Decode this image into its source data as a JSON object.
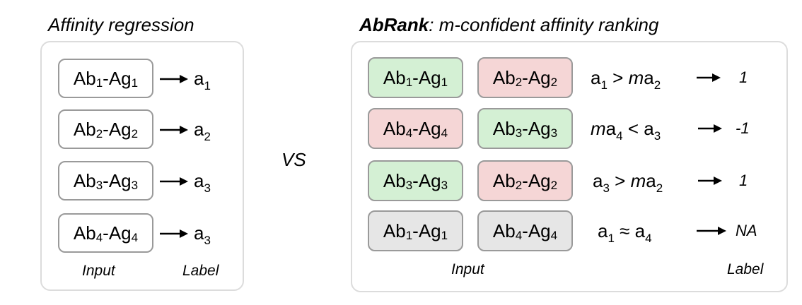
{
  "left": {
    "title": "Affinity regression",
    "rows": [
      {
        "ab": "Ab",
        "abn": "1",
        "ag": "Ag",
        "agn": "1",
        "label": "a",
        "labeln": "1"
      },
      {
        "ab": "Ab",
        "abn": "2",
        "ag": "Ag",
        "agn": "2",
        "label": "a",
        "labeln": "2"
      },
      {
        "ab": "Ab",
        "abn": "3",
        "ag": "Ag",
        "agn": "3",
        "label": "a",
        "labeln": "3"
      },
      {
        "ab": "Ab",
        "abn": "4",
        "ag": "Ag",
        "agn": "4",
        "label": "a",
        "labeln": "3"
      }
    ],
    "input_caption": "Input",
    "label_caption": "Label"
  },
  "vs": "VS",
  "right": {
    "title_bold": "AbRank",
    "title_rest": ": m-confident affinity ranking",
    "rows": [
      {
        "a": {
          "ab": "Ab",
          "abn": "1",
          "ag": "Ag",
          "agn": "1",
          "color": "green"
        },
        "b": {
          "ab": "Ab",
          "abn": "2",
          "ag": "Ag",
          "agn": "2",
          "color": "red"
        },
        "relation": {
          "pre_m": "",
          "lhs": "a",
          "lhsn": "1",
          "op": " > ",
          "m": "m",
          "rhs": "a",
          "rhsn": "2"
        },
        "result": "1"
      },
      {
        "a": {
          "ab": "Ab",
          "abn": "4",
          "ag": "Ag",
          "agn": "4",
          "color": "red"
        },
        "b": {
          "ab": "Ab",
          "abn": "3",
          "ag": "Ag",
          "agn": "3",
          "color": "green"
        },
        "relation": {
          "pre_m": "m",
          "lhs": "a",
          "lhsn": "4",
          "op": " < ",
          "m": "",
          "rhs": "a",
          "rhsn": "3"
        },
        "result": "-1"
      },
      {
        "a": {
          "ab": "Ab",
          "abn": "3",
          "ag": "Ag",
          "agn": "3",
          "color": "green"
        },
        "b": {
          "ab": "Ab",
          "abn": "2",
          "ag": "Ag",
          "agn": "2",
          "color": "red"
        },
        "relation": {
          "pre_m": "",
          "lhs": "a",
          "lhsn": "3",
          "op": " > ",
          "m": "m",
          "rhs": "a",
          "rhsn": "2"
        },
        "result": "1"
      },
      {
        "a": {
          "ab": "Ab",
          "abn": "1",
          "ag": "Ag",
          "agn": "1",
          "color": "gray"
        },
        "b": {
          "ab": "Ab",
          "abn": "4",
          "ag": "Ag",
          "agn": "4",
          "color": "gray"
        },
        "relation": {
          "pre_m": "",
          "lhs": "a",
          "lhsn": "1",
          "op": " ≈ ",
          "m": "",
          "rhs": "a",
          "rhsn": "4"
        },
        "result": "NA"
      }
    ],
    "input_caption": "Input",
    "label_caption": "Label",
    "colors": {
      "green": "#d4f0d4",
      "red": "#f5d6d6",
      "gray": "#e6e6e6",
      "border": "#9a9a9a"
    }
  }
}
